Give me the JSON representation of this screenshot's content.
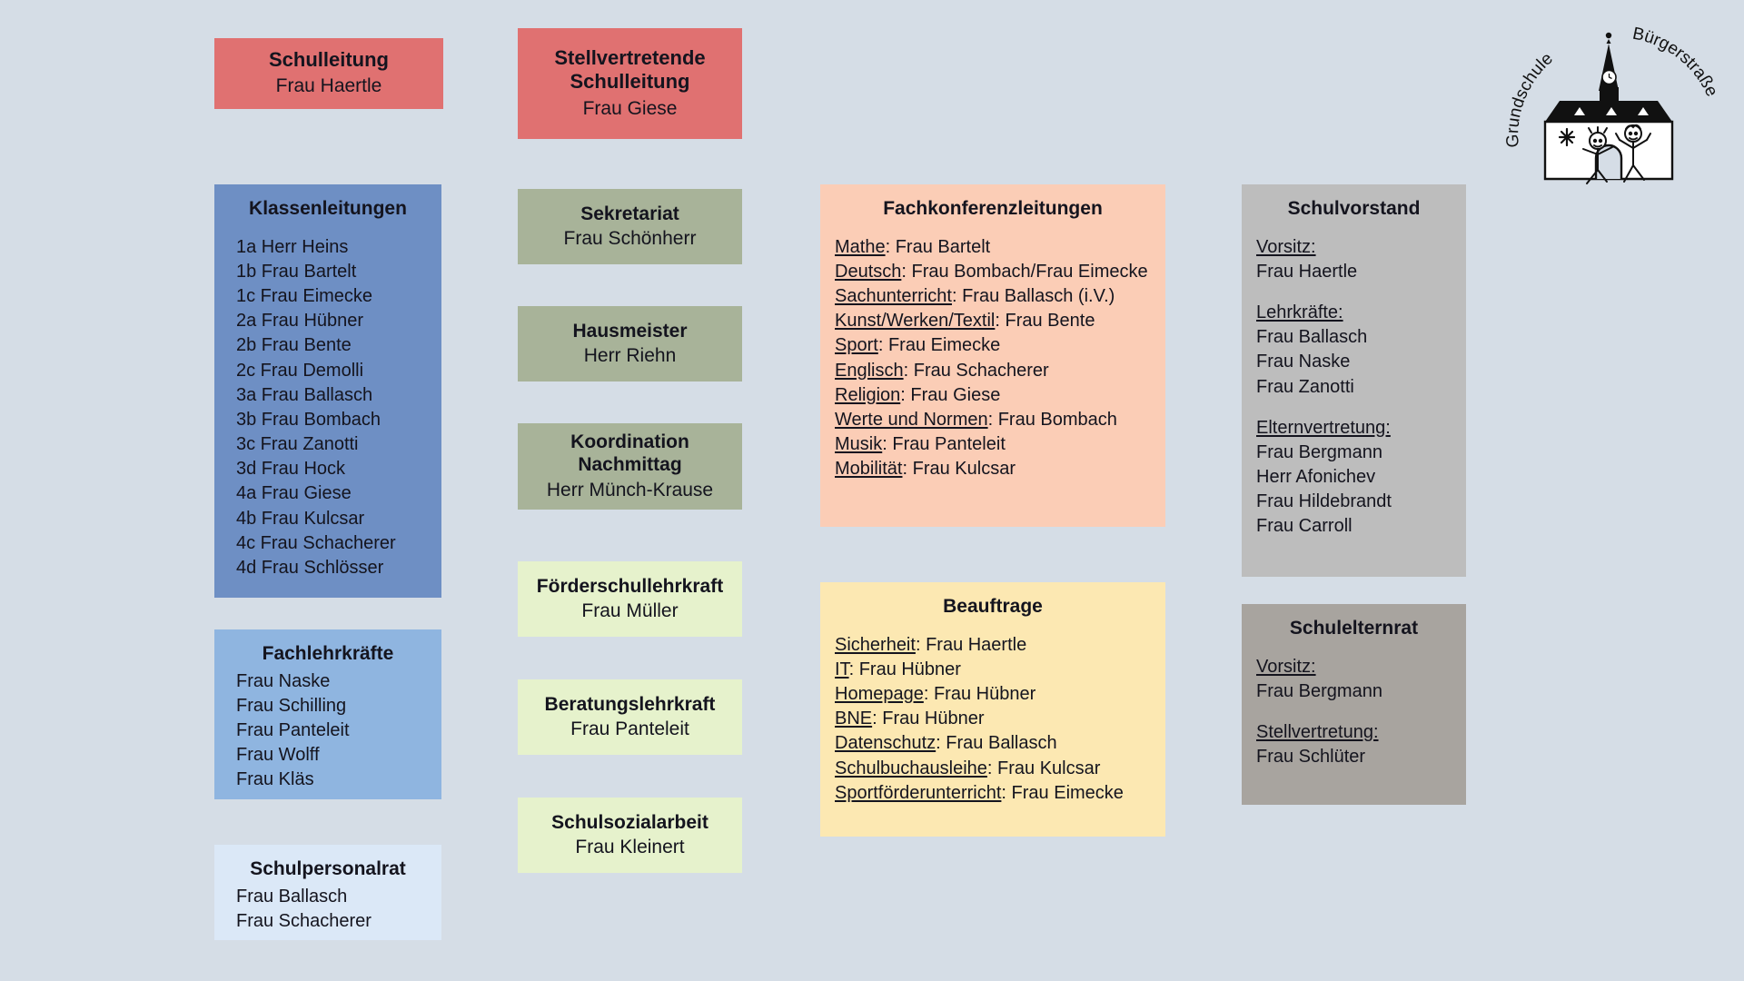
{
  "page": {
    "background_color": "#d5dde6",
    "text_color": "#14141e"
  },
  "logo": {
    "name": "grundschule-buergerstrasse-logo",
    "arc_left_text": "Grundschule",
    "arc_right_text": "Bürgerstraße"
  },
  "boxes": {
    "schulleitung": {
      "title": "Schulleitung",
      "person": "Frau Haertle",
      "color": "#e07171"
    },
    "stellvertretende_schulleitung": {
      "title_line1": "Stellvertretende",
      "title_line2": "Schulleitung",
      "person": "Frau Giese",
      "color": "#e07171"
    },
    "klassenleitungen": {
      "title": "Klassenleitungen",
      "color": "#6e8fc4",
      "items": [
        "1a Herr Heins",
        "1b Frau Bartelt",
        "1c Frau Eimecke",
        "2a Frau Hübner",
        "2b Frau Bente",
        "2c Frau Demolli",
        "3a Frau Ballasch",
        "3b Frau Bombach",
        "3c Frau Zanotti",
        "3d Frau Hock",
        "4a Frau Giese",
        "4b Frau Kulcsar",
        "4c Frau Schacherer",
        "4d Frau Schlösser"
      ]
    },
    "fachlehrkraefte": {
      "title": "Fachlehrkräfte",
      "color": "#8fb5e0",
      "items": [
        "Frau Naske",
        "Frau Schilling",
        "Frau Panteleit",
        "Frau Wolff",
        "Frau Kläs"
      ]
    },
    "schulpersonalrat": {
      "title": "Schulpersonalrat",
      "color": "#dbe8f7",
      "items": [
        "Frau Ballasch",
        "Frau Schacherer"
      ]
    },
    "sekretariat": {
      "title": "Sekretariat",
      "person": "Frau Schönherr",
      "color": "#a8b399"
    },
    "hausmeister": {
      "title": "Hausmeister",
      "person": "Herr Riehn",
      "color": "#a8b399"
    },
    "koordination_nachmittag": {
      "title_line1": "Koordination",
      "title_line2": "Nachmittag",
      "person": "Herr Münch-Krause",
      "color": "#a8b399"
    },
    "foerderschullehrkraft": {
      "title": "Förderschullehrkraft",
      "person": "Frau Müller",
      "color": "#e6f2cc"
    },
    "beratungslehrkraft": {
      "title": "Beratungslehrkraft",
      "person": "Frau Panteleit",
      "color": "#e6f2cc"
    },
    "schulsozialarbeit": {
      "title": "Schulsozialarbeit",
      "person": "Frau Kleinert",
      "color": "#e6f2cc"
    },
    "fachkonferenzleitungen": {
      "title": "Fachkonferenzleitungen",
      "color": "#fbcdb6",
      "entries": [
        {
          "subject": "Mathe",
          "person": "Frau Bartelt"
        },
        {
          "subject": "Deutsch",
          "person": "Frau Bombach/Frau Eimecke"
        },
        {
          "subject": "Sachunterricht",
          "person": "Frau Ballasch (i.V.)"
        },
        {
          "subject": "Kunst/Werken/Textil",
          "person": "Frau Bente"
        },
        {
          "subject": "Sport",
          "person": "Frau Eimecke"
        },
        {
          "subject": "Englisch",
          "person": "Frau Schacherer"
        },
        {
          "subject": "Religion",
          "person": "Frau Giese"
        },
        {
          "subject": "Werte und Normen",
          "person": "Frau Bombach"
        },
        {
          "subject": "Musik",
          "person": "Frau Panteleit"
        },
        {
          "subject": "Mobilität",
          "person": "Frau Kulcsar"
        }
      ]
    },
    "beauftrage": {
      "title": "Beauftrage",
      "color": "#fce8b2",
      "entries": [
        {
          "subject": "Sicherheit",
          "person": "Frau Haertle"
        },
        {
          "subject": "IT",
          "person": "Frau Hübner"
        },
        {
          "subject": "Homepage",
          "person": "Frau Hübner"
        },
        {
          "subject": "BNE",
          "person": "Frau Hübner"
        },
        {
          "subject": "Datenschutz",
          "person": "Frau Ballasch"
        },
        {
          "subject": "Schulbuchausleihe",
          "person": "Frau Kulcsar"
        },
        {
          "subject": "Sportförderunterricht",
          "person": "Frau Eimecke"
        }
      ]
    },
    "schulvorstand": {
      "title": "Schulvorstand",
      "color": "#bdbdbd",
      "groups": [
        {
          "heading": "Vorsitz:",
          "members": [
            "Frau Haertle"
          ]
        },
        {
          "heading": "Lehrkräfte:",
          "members": [
            "Frau Ballasch",
            "Frau Naske",
            "Frau Zanotti"
          ]
        },
        {
          "heading": "Elternvertretung:",
          "members": [
            "Frau Bergmann",
            "Herr Afonichev",
            "Frau Hildebrandt",
            "Frau Carroll"
          ]
        }
      ]
    },
    "schulelternrat": {
      "title": "Schulelternrat",
      "color": "#a8a49f",
      "groups": [
        {
          "heading": "Vorsitz:",
          "members": [
            "Frau Bergmann"
          ]
        },
        {
          "heading": "Stellvertretung:",
          "members": [
            "Frau Schlüter"
          ]
        }
      ]
    }
  }
}
